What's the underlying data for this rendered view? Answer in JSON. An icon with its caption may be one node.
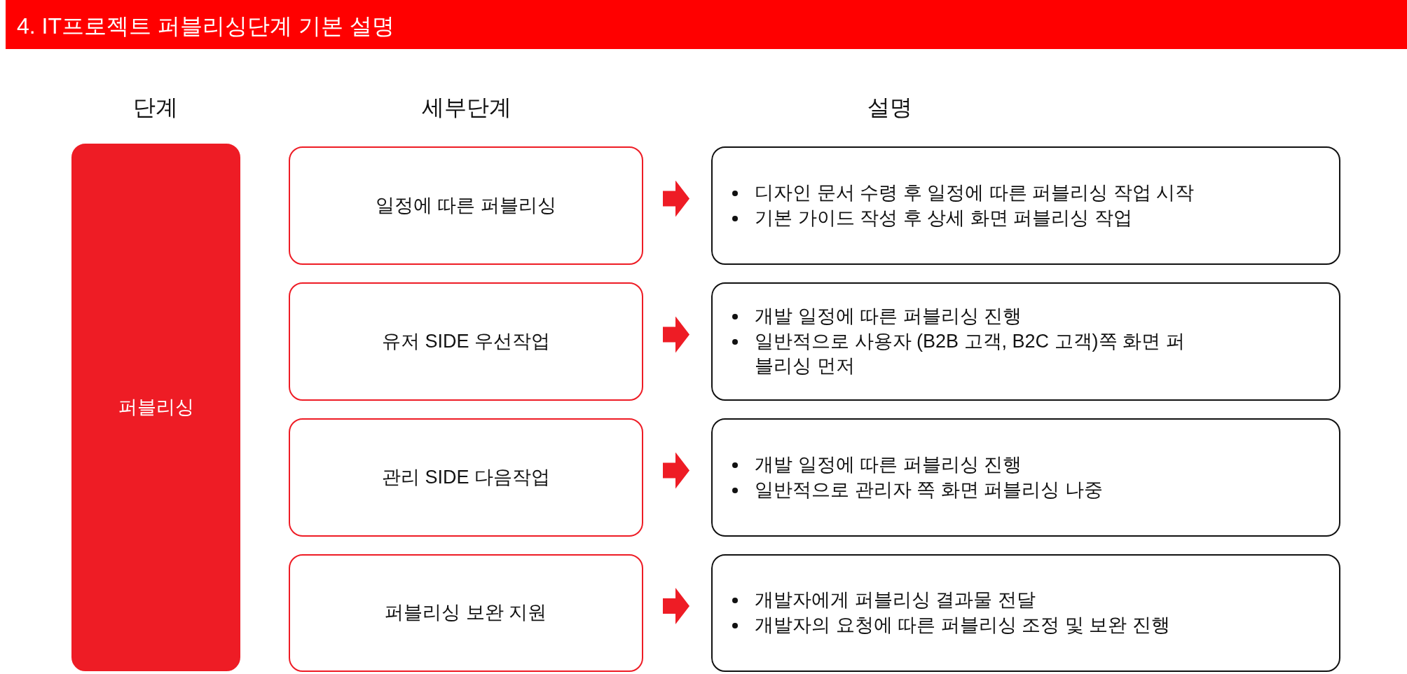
{
  "diagram": {
    "title": "4. IT프로젝트 퍼블리싱단계 기본 설명",
    "nodes": [
      {
        "text": [
          "퍼블리싱"
        ]
      },
      {
        "text": [
          "일정에 따른 퍼블리싱"
        ]
      },
      {
        "text": [
          "유저 SIDE 우선작업"
        ]
      },
      {
        "text": [
          "관리 SIDE 다음작업"
        ]
      },
      {
        "text": [
          "퍼블리싱 보완 지원"
        ]
      },
      {
        "text": [
          "디자인 문서 수령 후 일정에 따른 퍼블리싱 작업 시작",
          "기본 가이드 작성 후 상세 화면 퍼블리싱 작업"
        ]
      },
      {
        "text": [
          "개발 일정에 따른 퍼블리싱 진행",
          "일반적으로 사용자 (B2B 고객, B2C 고객)쪽 화면 퍼블리싱 먼저"
        ]
      },
      {
        "text": [
          "개발 일정에 따른 퍼블리싱 진행",
          "일반적으로 관리자 쪽 화면 퍼블리싱 나중"
        ]
      },
      {
        "text": [
          "개발자에게 퍼블리싱 결과물 전달",
          "개발자의 요청에 따른 퍼블리싱 조정 및 보완 진행"
        ]
      }
    ],
    "edges": [
      {
        "from": 1,
        "to": 5,
        "arrow": "to"
      },
      {
        "from": 2,
        "to": 6,
        "arrow": "to"
      },
      {
        "from": 3,
        "to": 7,
        "arrow": "to"
      },
      {
        "from": 4,
        "to": 8,
        "arrow": "to"
      }
    ],
    "labels": [
      "단계",
      "세부단계",
      "설명"
    ]
  }
}
